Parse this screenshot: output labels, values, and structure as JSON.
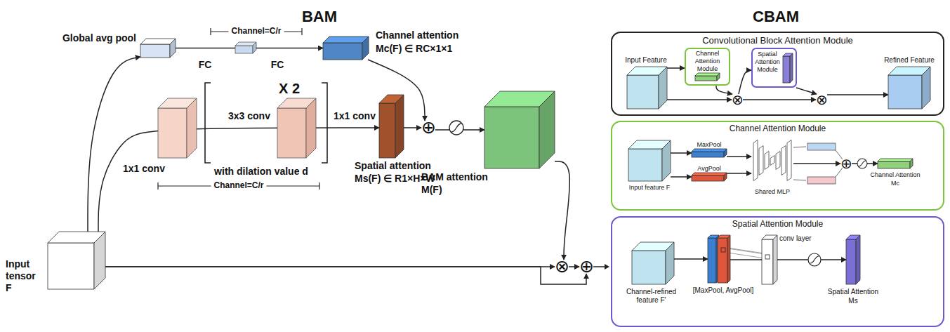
{
  "diagram": {
    "nodes": [
      {
        "text": [
          "Input tensor F"
        ]
      },
      {
        "text": [
          "Global avg pool"
        ]
      },
      {
        "text": [
          "Channel attention",
          "Mc(F) ∈ RC×1×1"
        ]
      },
      {
        "text": [
          "Spatial attention",
          "Ms(F) ∈ R1×H×W"
        ]
      },
      {
        "text": [
          "⊕"
        ]
      },
      {
        "text": [
          "BAM attention",
          "M(F)"
        ]
      },
      {
        "text": [
          "⊗"
        ]
      },
      {
        "text": [
          "⊕"
        ]
      },
      {
        "text": [
          "Convolutional Block Attention Module"
        ]
      },
      {
        "text": [
          "Input Feature"
        ],
        "in": 8
      },
      {
        "text": [
          "Channel Attention Module"
        ],
        "in": 8
      },
      {
        "text": [
          "⊗"
        ],
        "in": 8
      },
      {
        "text": [
          "Spatial Attention Module"
        ],
        "in": 8
      },
      {
        "text": [
          "⊗"
        ],
        "in": 8
      },
      {
        "text": [
          "Refined Feature"
        ],
        "in": 8
      },
      {
        "text": [
          "Channel Attention Module"
        ]
      },
      {
        "text": [
          "Input feature F"
        ],
        "in": 15
      },
      {
        "text": [
          "MaxPool"
        ],
        "in": 15
      },
      {
        "text": [
          "AvgPool"
        ],
        "in": 15
      },
      {
        "text": [
          "Shared MLP"
        ],
        "in": 15
      },
      {
        "text": [
          "⊕"
        ],
        "in": 15
      },
      {
        "text": [
          "Channel Attention",
          "Mc"
        ],
        "in": 15
      },
      {
        "text": [
          "Spatial Attention Module"
        ]
      },
      {
        "text": [
          "Channel-refined feature F′"
        ],
        "in": 22
      },
      {
        "text": [
          "[MaxPool, AvgPool]"
        ],
        "in": 22
      },
      {
        "text": [
          "conv layer"
        ],
        "in": 22
      },
      {
        "text": [
          "Spatial Attention",
          "Ms"
        ],
        "in": 22
      }
    ],
    "edges": [
      {
        "from": 0,
        "to": 1,
        "arrow": "to"
      },
      {
        "from": 1,
        "to": 2,
        "label": "FC",
        "arrow": "to"
      },
      {
        "from": 2,
        "to": 4,
        "arrow": "to"
      },
      {
        "from": 0,
        "to": 3,
        "label": "1x1 conv",
        "arrow": "to"
      },
      {
        "from": 3,
        "to": 4,
        "arrow": "to"
      },
      {
        "from": 4,
        "to": 5,
        "arrow": "to"
      },
      {
        "from": 5,
        "to": 6,
        "arrow": "to"
      },
      {
        "from": 0,
        "to": 6,
        "arrow": "to"
      },
      {
        "from": 0,
        "to": 7,
        "arrow": "to"
      },
      {
        "from": 6,
        "to": 7,
        "arrow": "to"
      },
      {
        "from": 9,
        "to": 10,
        "arrow": "to"
      },
      {
        "from": 10,
        "to": 11,
        "arrow": "to"
      },
      {
        "from": 9,
        "to": 11,
        "arrow": "to"
      },
      {
        "from": 11,
        "to": 12,
        "arrow": "to"
      },
      {
        "from": 12,
        "to": 13,
        "arrow": "to"
      },
      {
        "from": 11,
        "to": 13,
        "arrow": "to"
      },
      {
        "from": 13,
        "to": 14,
        "arrow": "to"
      },
      {
        "from": 16,
        "to": 17,
        "arrow": "to"
      },
      {
        "from": 16,
        "to": 18,
        "arrow": "to"
      },
      {
        "from": 17,
        "to": 19,
        "arrow": "to"
      },
      {
        "from": 18,
        "to": 19,
        "arrow": "to"
      },
      {
        "from": 19,
        "to": 20,
        "arrow": "to"
      },
      {
        "from": 20,
        "to": 21,
        "arrow": "to"
      },
      {
        "from": 23,
        "to": 24,
        "arrow": "to"
      },
      {
        "from": 24,
        "to": 25,
        "arrow": "none"
      },
      {
        "from": 25,
        "to": 26,
        "arrow": "to"
      }
    ],
    "labels": [
      "BAM",
      "CBAM",
      "FC",
      "Channel=C/r",
      "X 2",
      "3x3 conv",
      "with dilation value d",
      "Channel=C/r",
      "1x1 conv"
    ]
  }
}
